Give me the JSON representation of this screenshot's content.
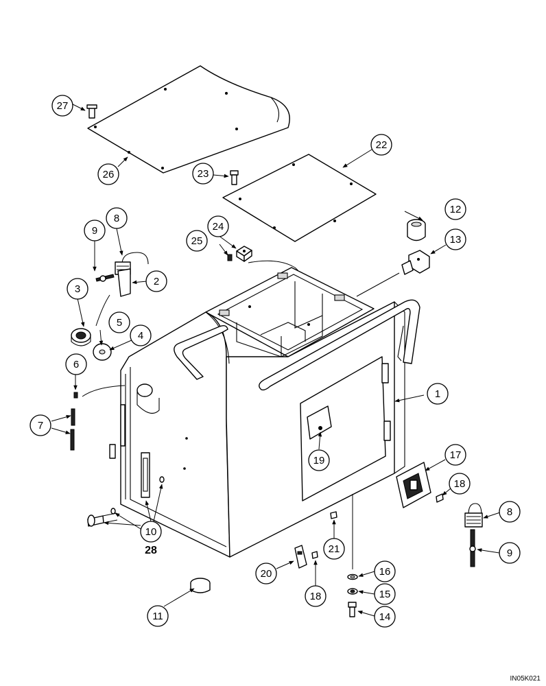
{
  "diagram": {
    "callouts": [
      "1",
      "2",
      "3",
      "4",
      "5",
      "6",
      "7",
      "8",
      "9",
      "10",
      "11",
      "12",
      "13",
      "14",
      "15",
      "16",
      "17",
      "18",
      "19",
      "20",
      "21",
      "22",
      "23",
      "24",
      "25",
      "26",
      "27",
      "18",
      "8",
      "9"
    ],
    "group_label": "28",
    "reference_code": "IN05K021"
  }
}
